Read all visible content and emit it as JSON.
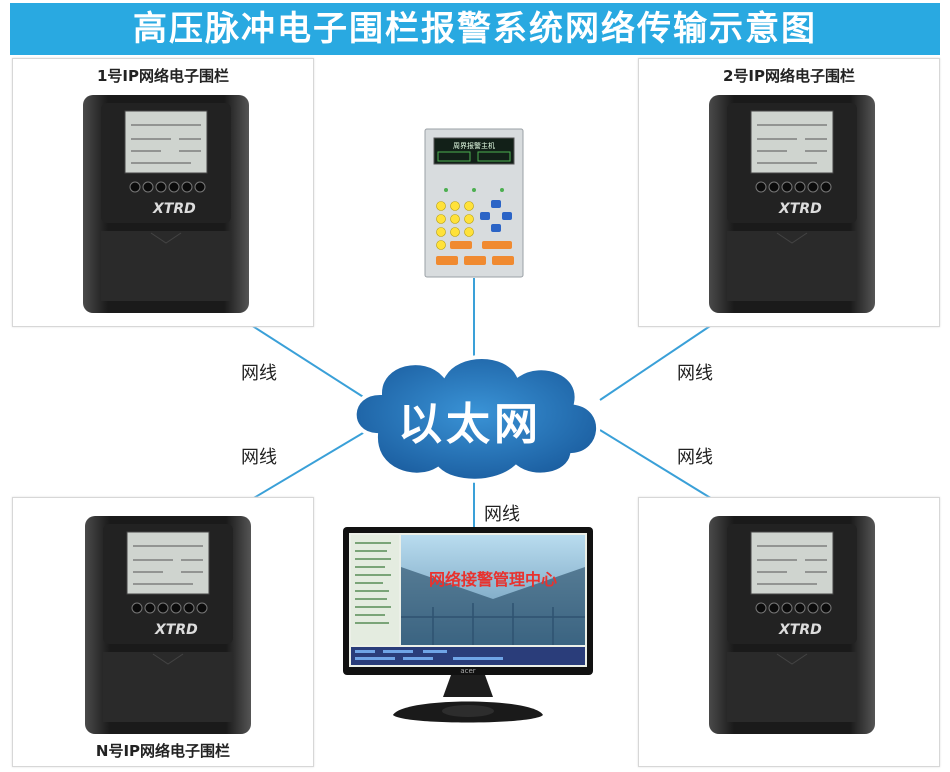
{
  "title": "高压脉冲电子围栏报警系统网络传输示意图",
  "devices": [
    {
      "label": "1号IP网络电子围栏",
      "brand": "XTRD"
    },
    {
      "label": "2号IP网络电子围栏",
      "brand": "XTRD"
    },
    {
      "label": "N号IP网络电子围栏",
      "brand": "XTRD"
    },
    {
      "label": "",
      "brand": "XTRD"
    }
  ],
  "network": {
    "label": "以太网"
  },
  "cable_labels": [
    "网线",
    "网线",
    "网线",
    "网线",
    "网线"
  ],
  "monitor": {
    "screen_title": "网络接警管理中心",
    "brand": "acer"
  },
  "keyboard_host": {
    "screen_title": "周界报警主机"
  },
  "colors": {
    "title_bar": "#29a9e1",
    "cloud": "#1f6fb2",
    "line": "#3aa0d8",
    "screen_text": "#e8322e"
  }
}
